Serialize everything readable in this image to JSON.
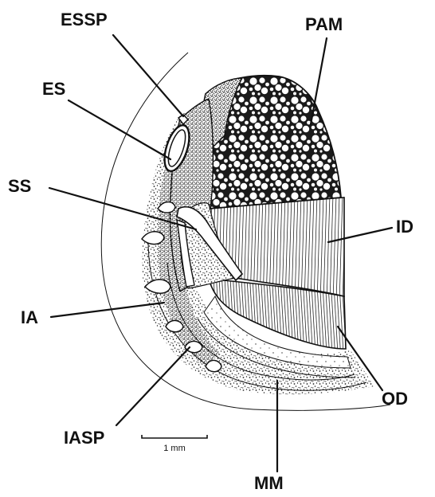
{
  "labels": {
    "essp": "ESSP",
    "pam": "PAM",
    "es": "ES",
    "ss": "SS",
    "id": "ID",
    "ia": "IA",
    "od": "OD",
    "iasp": "IASP",
    "mm": "MM"
  },
  "scale_bar": {
    "text": "1 mm"
  },
  "colors": {
    "ink": "#111111",
    "paper": "#ffffff"
  }
}
